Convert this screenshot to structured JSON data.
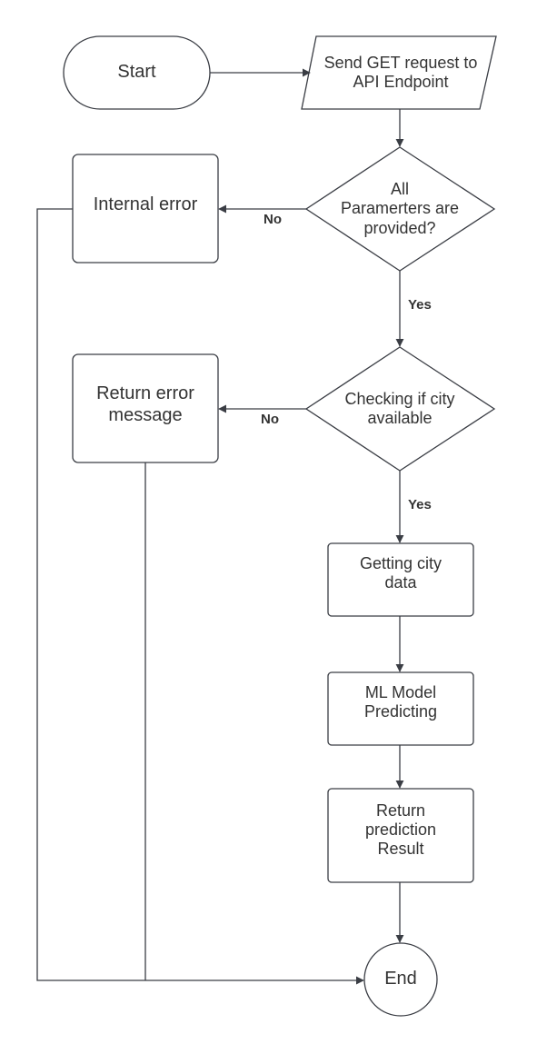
{
  "nodes": {
    "start": "Start",
    "send_request": [
      "Send GET request to",
      "API Endpoint"
    ],
    "check_params": [
      "All",
      "Paramerters are",
      "provided?"
    ],
    "internal_error": "Internal error",
    "check_city": [
      "Checking if city",
      "available"
    ],
    "return_error": [
      "Return error",
      "message"
    ],
    "get_city_data": [
      "Getting city",
      "data"
    ],
    "ml_model": [
      "ML Model",
      "Predicting"
    ],
    "return_result": [
      "Return",
      "prediction",
      "Result"
    ],
    "end": "End"
  },
  "edges": {
    "params_no": "No",
    "params_yes": "Yes",
    "city_no": "No",
    "city_yes": "Yes"
  }
}
